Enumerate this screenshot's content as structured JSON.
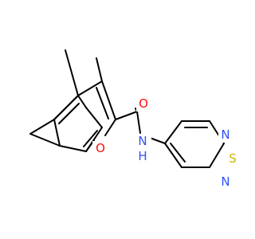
{
  "diagram": {
    "type": "chemical-structure",
    "background": "#ffffff",
    "bond_color": "#000000",
    "atoms": [
      {
        "id": "O_ring",
        "label": "O",
        "color": "#ff0d0d"
      },
      {
        "id": "O_carbonyl",
        "label": "O",
        "color": "#ff0d0d"
      },
      {
        "id": "N_amide",
        "label": "N",
        "color": "#3050f8"
      },
      {
        "id": "H_amide",
        "label": "H",
        "color": "#3050f8"
      },
      {
        "id": "N_thiadiazole_top",
        "label": "N",
        "color": "#3050f8"
      },
      {
        "id": "N_thiadiazole_bottom",
        "label": "N",
        "color": "#3050f8"
      },
      {
        "id": "S_thiadiazole",
        "label": "S",
        "color": "#c8b400"
      }
    ]
  }
}
